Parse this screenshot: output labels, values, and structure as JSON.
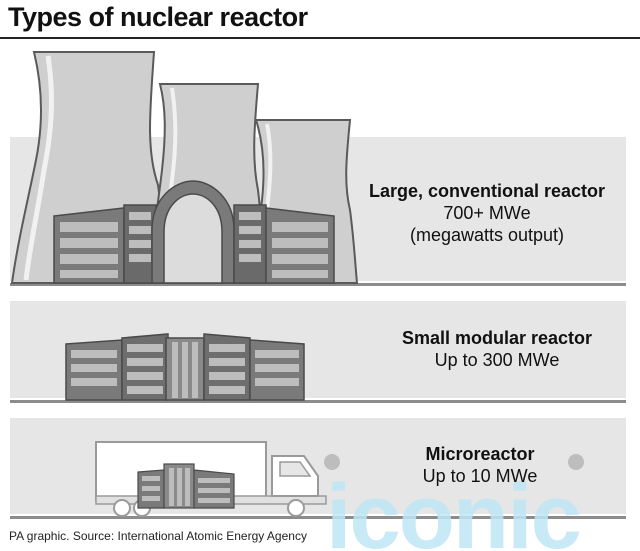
{
  "title": "Types of nuclear reactor",
  "reactors": [
    {
      "name": "Large, conventional reactor",
      "output": "700+ MWe",
      "note": "(megawatts output)"
    },
    {
      "name": "Small modular reactor",
      "output": "Up to 300 MWe"
    },
    {
      "name": "Microreactor",
      "output": "Up to 10 MWe"
    }
  ],
  "source": "PA graphic. Source: International Atomic Energy Agency",
  "watermark": "iconic",
  "colors": {
    "band": "#e6e6e6",
    "separator": "#8c8c8c",
    "tower": "#cfcfcf",
    "building": "#7a7a7a",
    "window": "#bdbdbd",
    "watermark": "#bfe6f5"
  }
}
